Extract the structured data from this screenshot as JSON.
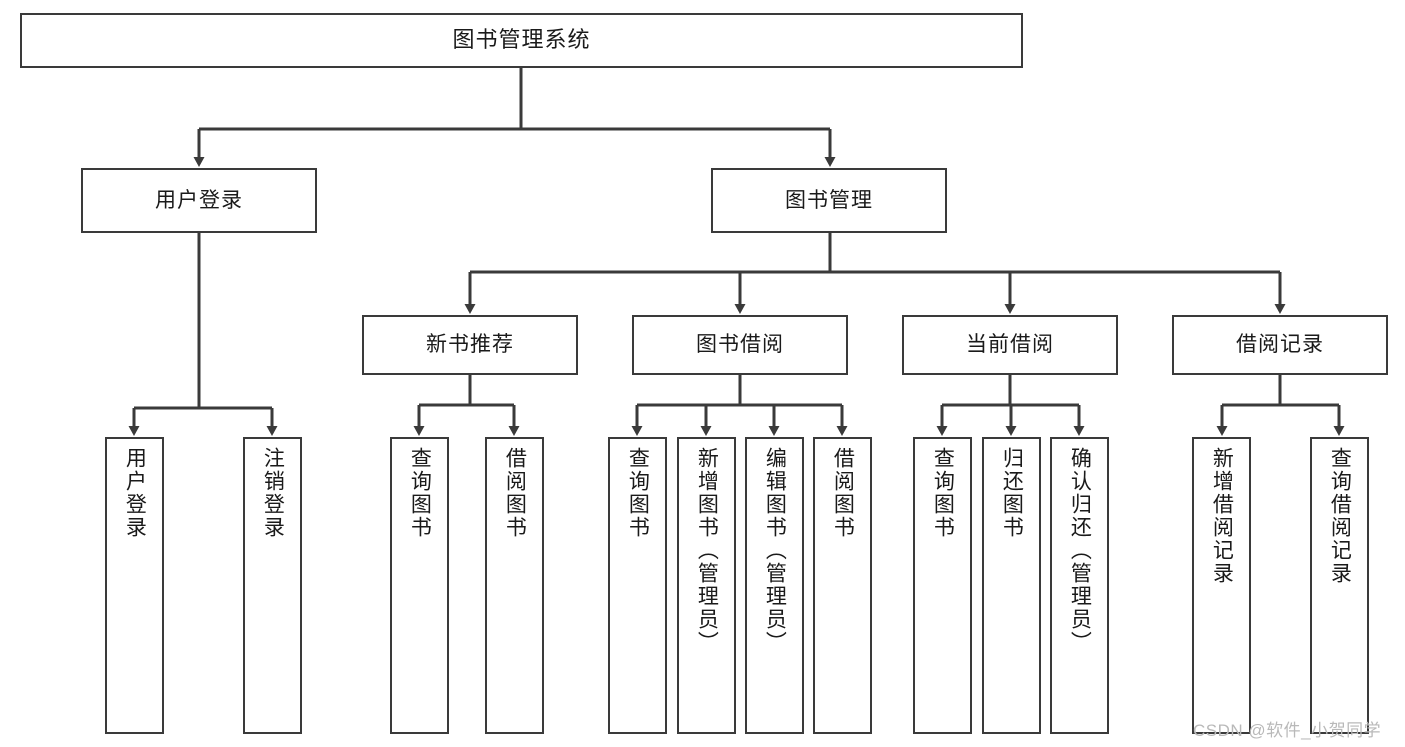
{
  "diagram": {
    "title": "图书管理系统",
    "type": "tree-hierarchy",
    "watermark": "CSDN @软件_小贺同学",
    "colors": {
      "box_border": "#3a3a3a",
      "box_fill": "#ffffff",
      "edge": "#3a3a3a",
      "text": "#1a1a1a",
      "watermark": "#b9b9b9",
      "background": "#ffffff"
    },
    "root": {
      "label": "图书管理系统"
    },
    "level1": [
      {
        "label": "用户登录"
      },
      {
        "label": "图书管理"
      }
    ],
    "level2": [
      {
        "label": "新书推荐"
      },
      {
        "label": "图书借阅"
      },
      {
        "label": "当前借阅"
      },
      {
        "label": "借阅记录"
      }
    ],
    "leaves": {
      "user_login": [
        {
          "label": "用户登录"
        },
        {
          "label": "注销登录"
        }
      ],
      "new_book_recommend": [
        {
          "label": "查询图书"
        },
        {
          "label": "借阅图书"
        }
      ],
      "book_borrow": [
        {
          "label": "查询图书"
        },
        {
          "label": "新增图书（管理员）"
        },
        {
          "label": "编辑图书（管理员）"
        },
        {
          "label": "借阅图书"
        }
      ],
      "current_borrow": [
        {
          "label": "查询图书"
        },
        {
          "label": "归还图书"
        },
        {
          "label": "确认归还（管理员）"
        }
      ],
      "borrow_record": [
        {
          "label": "新增借阅记录"
        },
        {
          "label": "查询借阅记录"
        }
      ]
    }
  }
}
